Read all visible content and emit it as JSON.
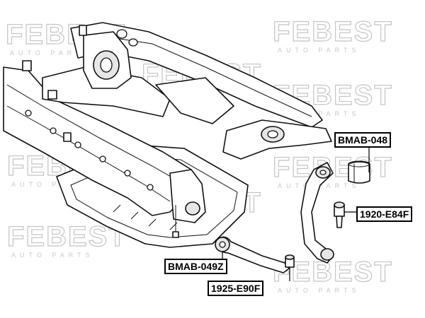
{
  "watermark": {
    "brand": "FEBEST",
    "subtitle": "AUTO PARTS"
  },
  "part_labels": [
    {
      "id": "bmab-048",
      "code": "BMAB-048"
    },
    {
      "id": "1920-e84f",
      "code": "1920-E84F"
    },
    {
      "id": "bmab-049z",
      "code": "BMAB-049Z"
    },
    {
      "id": "1925-e90f",
      "code": "1925-E90F"
    }
  ]
}
